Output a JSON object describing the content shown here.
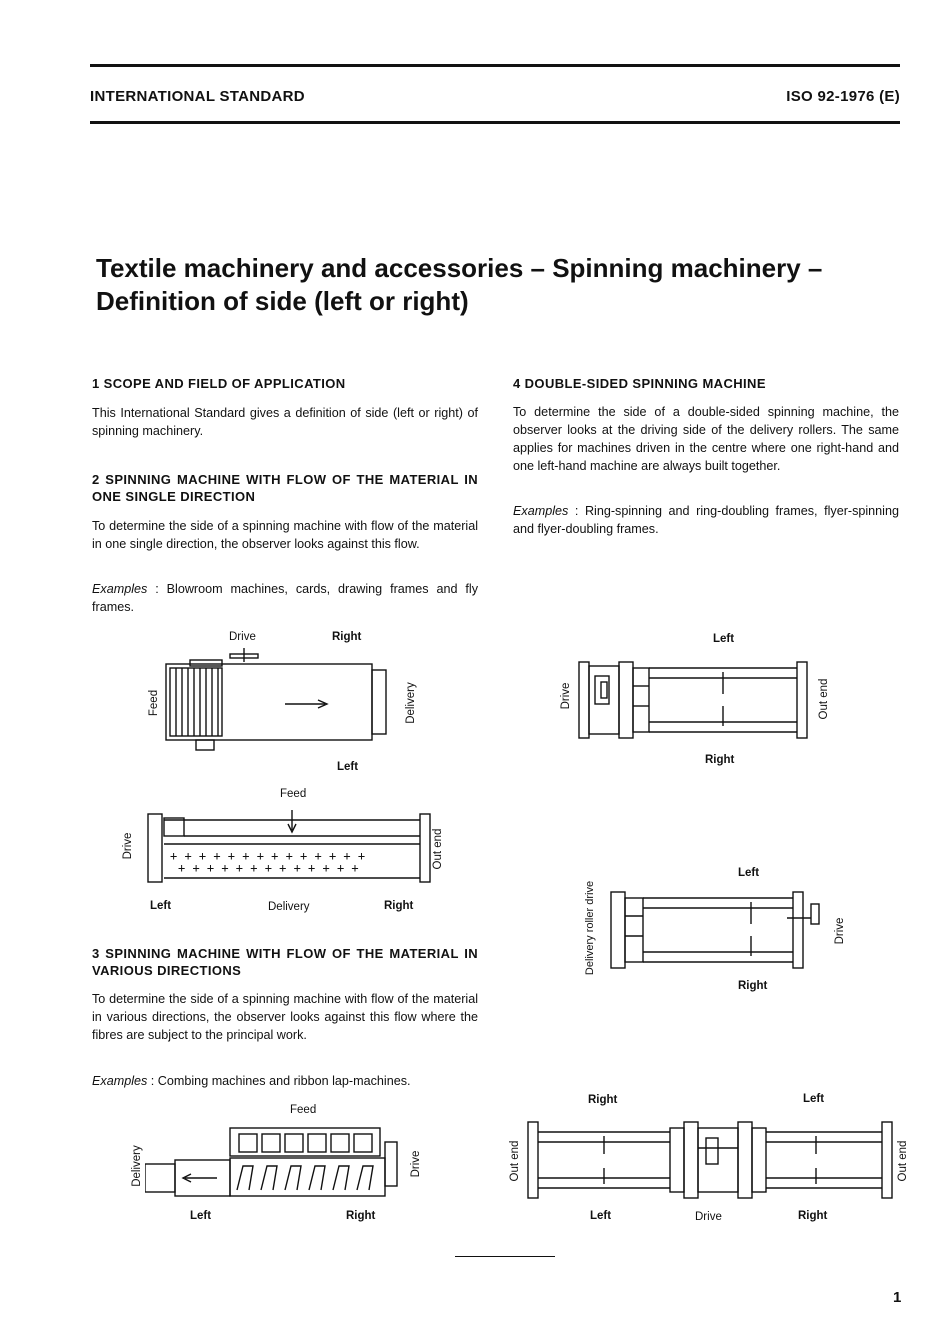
{
  "header": {
    "left": "INTERNATIONAL STANDARD",
    "right": "ISO 92-1976 (E)"
  },
  "title": {
    "line1": "Textile machinery and accessories – Spinning machinery –",
    "line2": "Definition of side (left or right)"
  },
  "s1": {
    "heading": "1  SCOPE AND FIELD OF APPLICATION",
    "body": "This International Standard gives a definition of side (left or right) of spinning machinery."
  },
  "s2": {
    "heading": "2  SPINNING MACHINE WITH FLOW OF THE MATERIAL IN ONE SINGLE DIRECTION",
    "body": "To determine the side of a spinning machine with flow of the material in one single direction, the observer looks against this flow.",
    "examples_label": "Examples",
    "examples": " :  Blowroom machines, cards, drawing frames and fly frames."
  },
  "s3": {
    "heading": "3  SPINNING MACHINE WITH FLOW OF THE MATERIAL IN VARIOUS DIRECTIONS",
    "body": "To determine the side of a spinning machine with flow of the material in various directions, the observer looks against this flow where the fibres are subject to the principal work.",
    "examples_label": "Examples",
    "examples": " : Combing machines and ribbon lap-machines."
  },
  "s4": {
    "heading": "4  DOUBLE-SIDED SPINNING MACHINE",
    "body": "To determine the side of a double-sided spinning machine, the observer looks at the driving side of the delivery rollers. The same applies for machines driven in the centre where one right-hand and one left-hand machine are always built together.",
    "examples_label": "Examples",
    "examples": " :  Ring-spinning and ring-doubling frames, flyer-spinning and flyer-doubling frames."
  },
  "fig1": {
    "drive": "Drive",
    "right": "Right",
    "feed": "Feed",
    "delivery": "Delivery",
    "left": "Left"
  },
  "fig2": {
    "feed": "Feed",
    "drive": "Drive",
    "out_end": "Out end",
    "left": "Left",
    "delivery": "Delivery",
    "right": "Right"
  },
  "fig3": {
    "feed": "Feed",
    "delivery": "Delivery",
    "drive": "Drive",
    "left": "Left",
    "right": "Right"
  },
  "fig4": {
    "left": "Left",
    "drive": "Drive",
    "out_end": "Out end",
    "right": "Right"
  },
  "fig5": {
    "left": "Left",
    "delivery_drive": "Delivery roller drive",
    "drive": "Drive",
    "right": "Right"
  },
  "fig6": {
    "right_top": "Right",
    "left_top": "Left",
    "out_end_left": "Out end",
    "out_end_right": "Out end",
    "left_bottom": "Left",
    "drive": "Drive",
    "right_bottom": "Right"
  },
  "page_number": "1"
}
